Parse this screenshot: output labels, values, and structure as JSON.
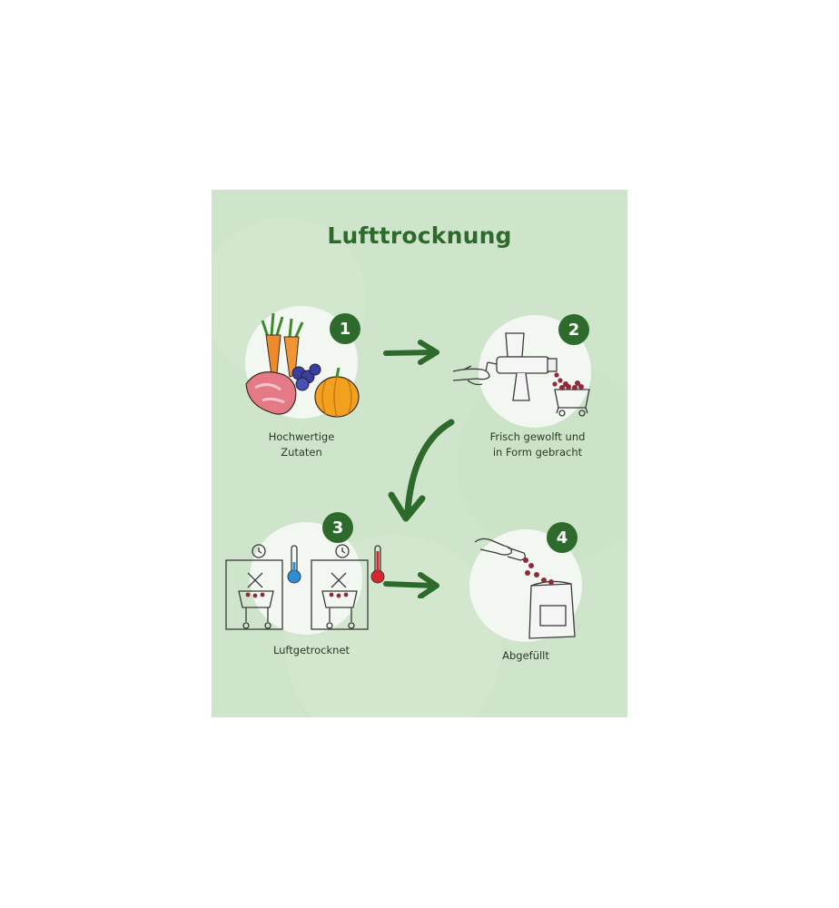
{
  "title": "Lufttrocknung",
  "steps": [
    {
      "number": "1",
      "label_lines": [
        "Hochwertige",
        "Zutaten"
      ]
    },
    {
      "number": "2",
      "label_lines": [
        "Frisch gewolft und",
        "in Form gebracht"
      ]
    },
    {
      "number": "3",
      "label_lines": [
        "Luftgetrocknet"
      ]
    },
    {
      "number": "4",
      "label_lines": [
        "Abgefüllt"
      ]
    }
  ],
  "colors": {
    "background": "#cfe5cb",
    "accent_green": "#2e6a2c",
    "circle": "#f2f8f1",
    "text": "#2b3a28"
  }
}
